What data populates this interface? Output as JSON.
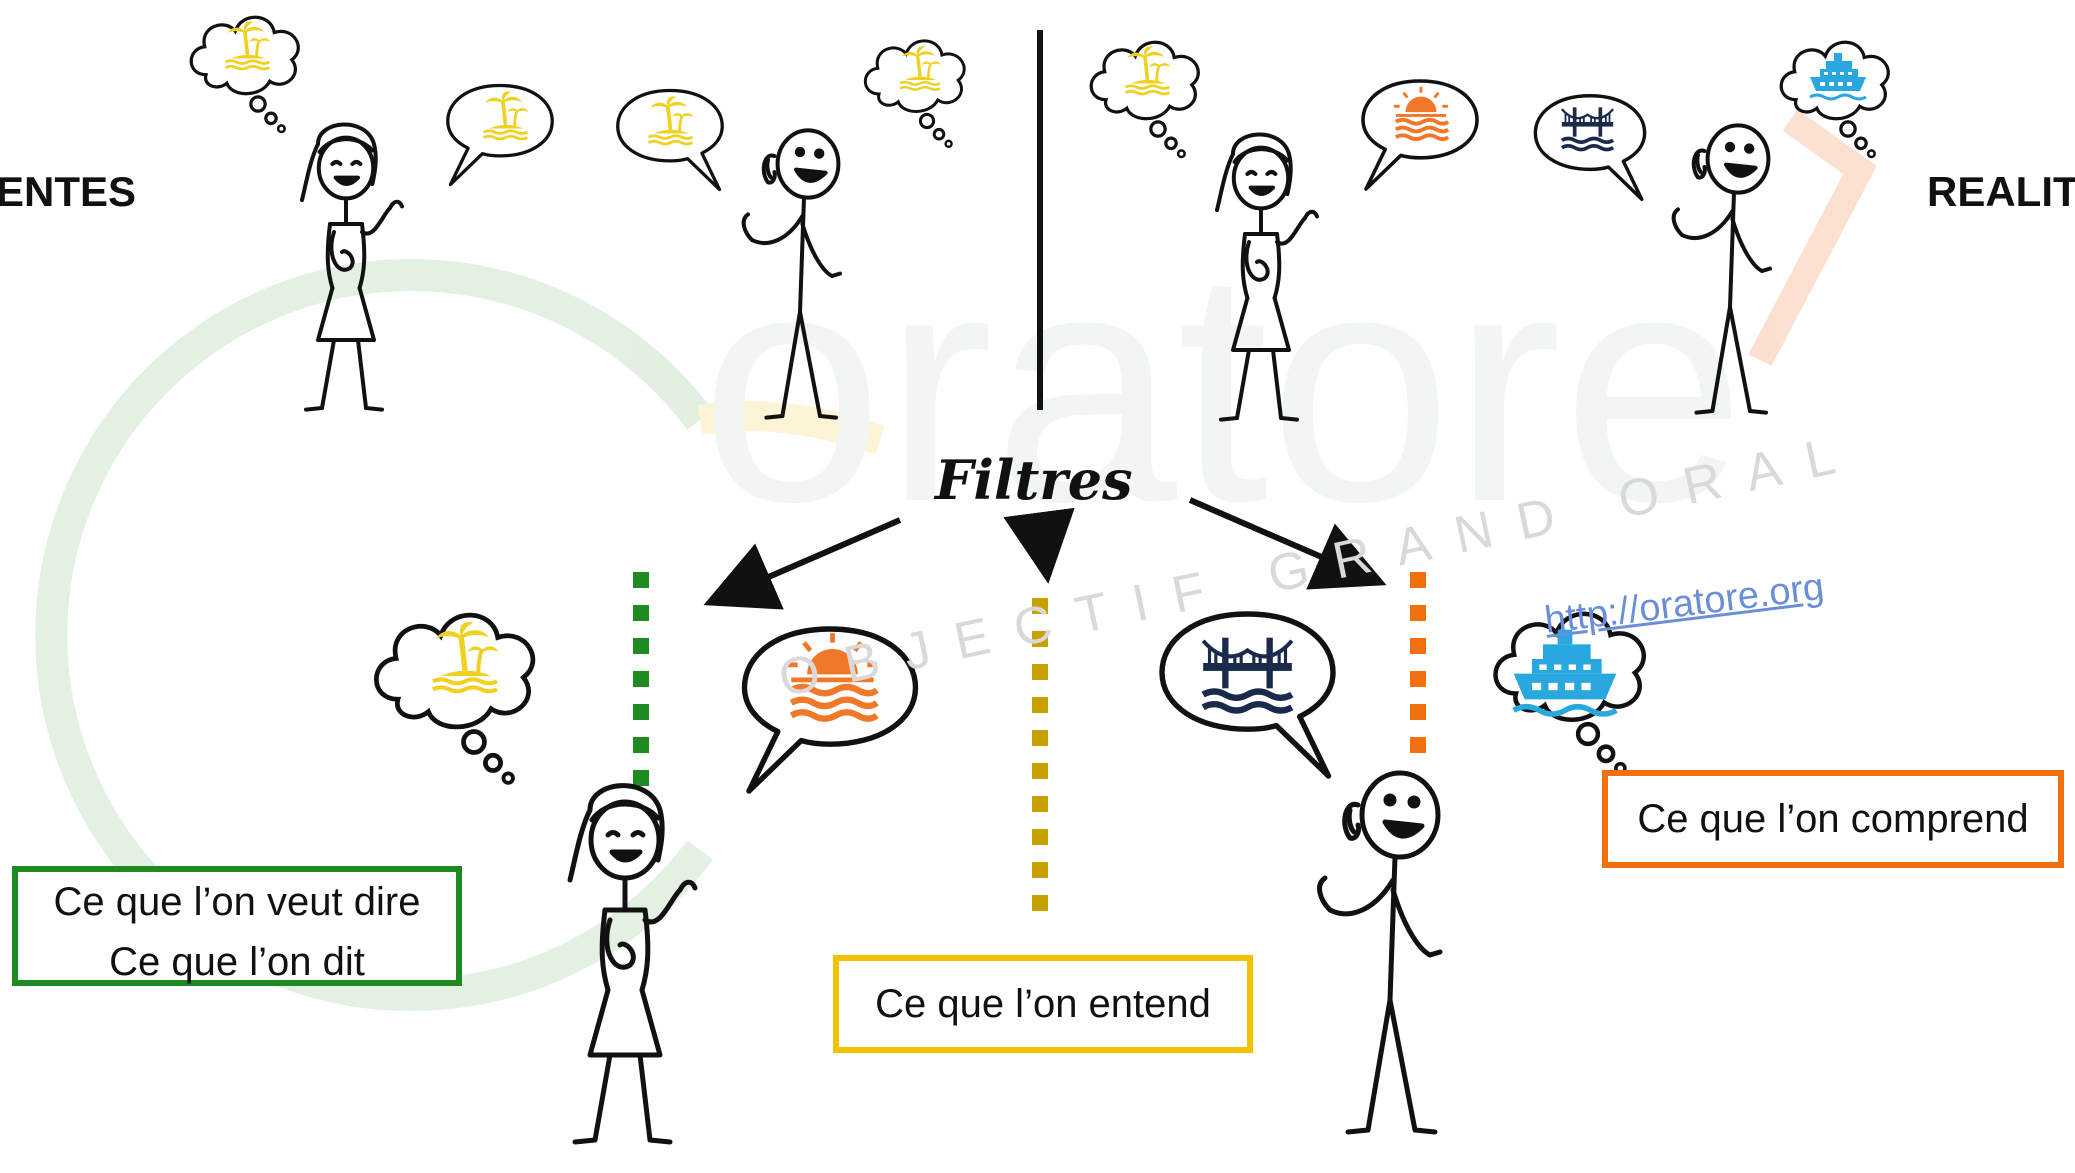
{
  "labels": {
    "left_side": "ENTES",
    "right_side": "REALIT",
    "center": "Filtres"
  },
  "boxes": {
    "said": [
      "Ce que l’on veut dire",
      "Ce que l’on dit"
    ],
    "heard": "Ce que l’on entend",
    "understood": "Ce que l’on comprend"
  },
  "watermark": {
    "logo_text": "oratore",
    "tagline": "OBJECTIF GRAND ORAL",
    "url": "http://oratore.org"
  },
  "colors": {
    "said_border": "#1f8a1f",
    "heard_border": "#f2c200",
    "understood_border": "#f07010",
    "dots_green": "#1f8a1f",
    "dots_gold": "#c8a000",
    "dots_orange": "#f07010",
    "icon_island": "#f0d020",
    "icon_sunset": "#f07828",
    "icon_bridge": "#1a2a4a",
    "icon_ship": "#29a8e0",
    "url": "#6a8fd8"
  },
  "icons": {
    "island": "palm-island-icon",
    "sunset": "sunset-icon",
    "bridge": "bridge-icon",
    "ship": "ship-icon",
    "ear": "ear-icon"
  }
}
